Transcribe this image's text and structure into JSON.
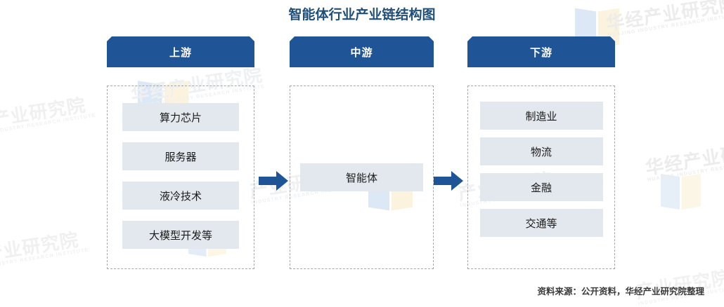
{
  "title": "智能体行业产业链结构图",
  "accent_color": "#1f5597",
  "title_color": "#1f4e79",
  "item_bg_color": "#e3e8ee",
  "columns": [
    {
      "key": "upstream",
      "banner": "上游",
      "items": [
        "算力芯片",
        "服务器",
        "液冷技术",
        "大模型开发等"
      ]
    },
    {
      "key": "midstream",
      "banner": "中游",
      "items": [
        "智能体"
      ]
    },
    {
      "key": "downstream",
      "banner": "下游",
      "items": [
        "制造业",
        "物流",
        "金融",
        "交通等"
      ]
    }
  ],
  "arrows": [
    {
      "name": "arrow-upstream-to-midstream",
      "direction": "right"
    },
    {
      "name": "arrow-midstream-to-downstream",
      "direction": "right"
    }
  ],
  "source_note": "资料来源：公开资料，华经产业研究院整理",
  "watermark": {
    "cn": "华经产业研究院",
    "en": "HUAJING INDUSTRY RESEARCH INSTITUTE",
    "cn_short": "产业研究院",
    "en_short": "INDUSTRY RESEARCH INSTITUTE"
  }
}
